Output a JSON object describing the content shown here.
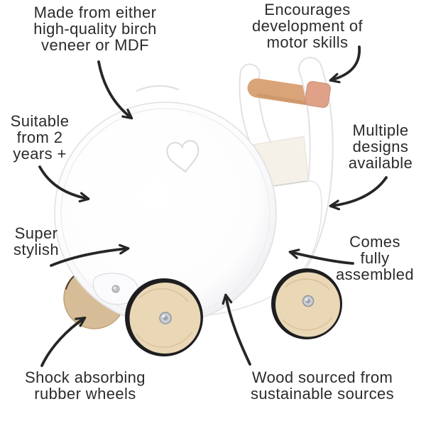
{
  "page": {
    "background": "#ffffff"
  },
  "callouts": {
    "made_from": {
      "lines": [
        "Made from either",
        "high-quality birch",
        "veneer or MDF"
      ]
    },
    "motor_skills": {
      "lines": [
        "Encourages",
        "development of",
        "motor skills"
      ]
    },
    "age": {
      "lines": [
        "Suitable",
        "from 2",
        "years +"
      ]
    },
    "designs": {
      "lines": [
        "Multiple",
        "designs",
        "available"
      ]
    },
    "stylish": {
      "lines": [
        "Super",
        "stylish"
      ]
    },
    "assembled": {
      "lines": [
        "Comes",
        "fully",
        "assembled"
      ]
    },
    "wheels": {
      "lines": [
        "Shock absorbing",
        "rubber wheels"
      ]
    },
    "wood": {
      "lines": [
        "Wood sourced from",
        "sustainable sources"
      ]
    }
  },
  "colors": {
    "text": "#2b2b2b",
    "arrow": "#262626",
    "body_white": "#ffffff",
    "body_outline": "#e3e3e7",
    "interior": "#f5f0e8",
    "handle_wood": "#d9a478",
    "handle_cap": "#dfa187",
    "wheel_birch": "#e9d7b6",
    "wheel_far": "#d6bd97",
    "tire_black": "#1e1e20",
    "hub_metal": "#c9ccd2"
  }
}
